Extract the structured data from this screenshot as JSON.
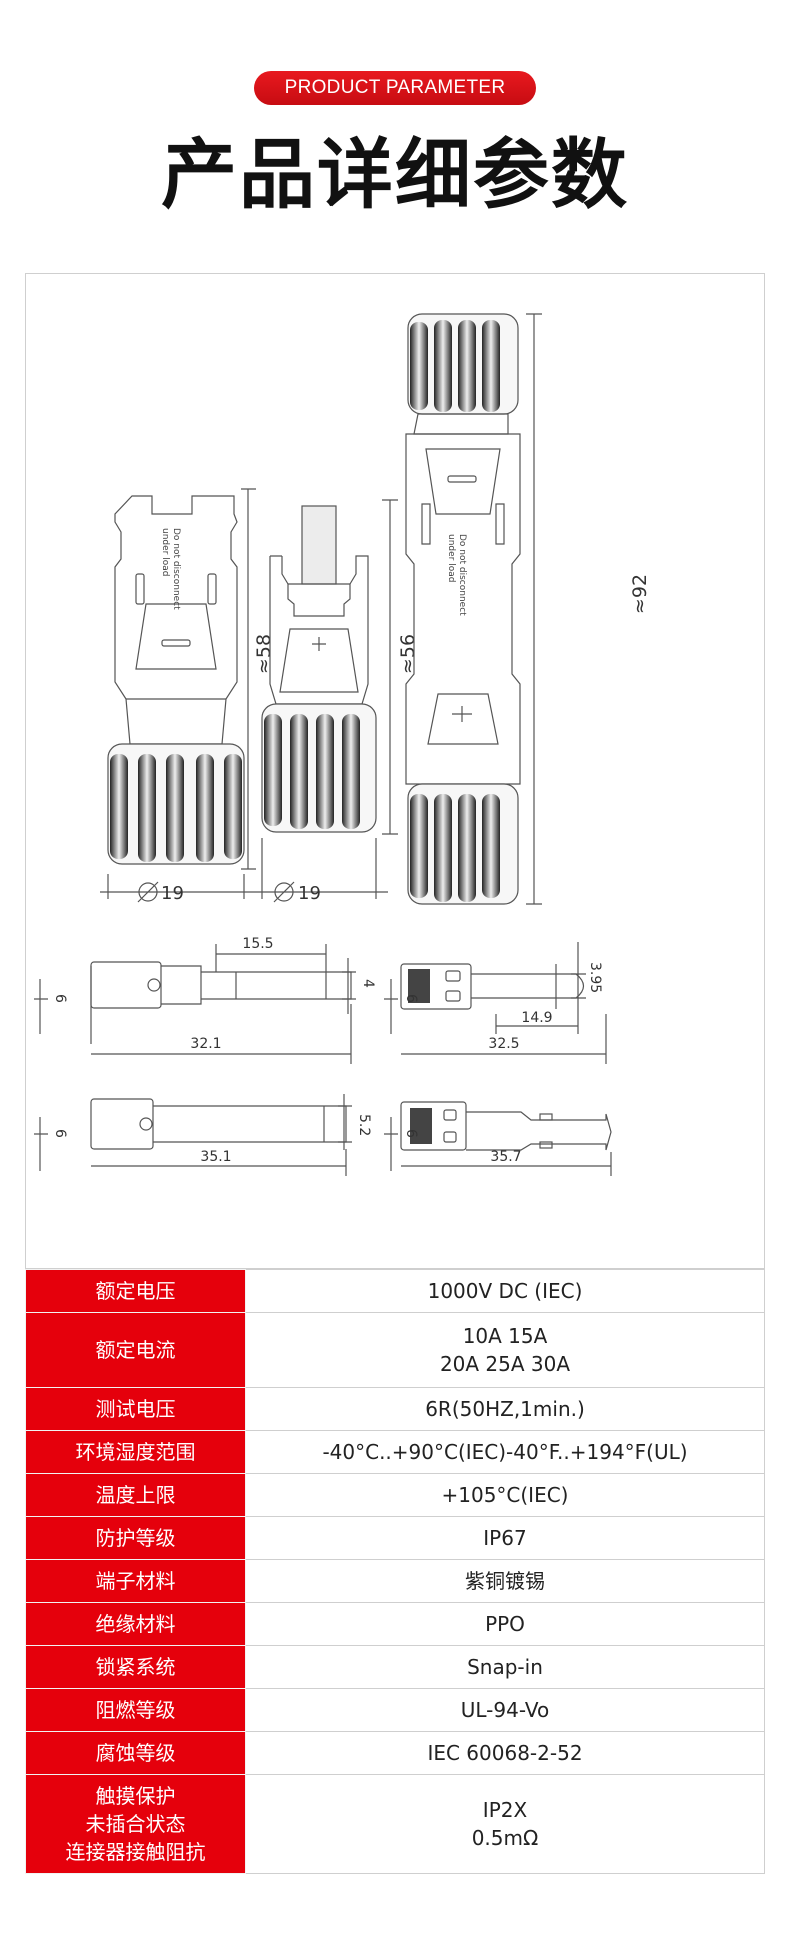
{
  "header": {
    "badge": "PRODUCT PARAMETER",
    "title": "产品详细参数"
  },
  "drawing": {
    "top_dims": {
      "left_height": "≈58",
      "middle_height": "≈56",
      "right_height": "≈92",
      "left_diameter": "19",
      "middle_diameter": "19"
    },
    "housing_text": [
      "Do not disconnect",
      "under load"
    ],
    "pin_dims": {
      "male_1": {
        "top": "15.5",
        "left": "6",
        "right": "4",
        "bottom": "32.1"
      },
      "female_1": {
        "left": "6",
        "right": "3.95",
        "inner": "14.9",
        "bottom": "32.5"
      },
      "male_2": {
        "left": "6",
        "right": "5.2",
        "bottom": "35.1"
      },
      "female_2": {
        "left": "6",
        "bottom": "35.7"
      }
    }
  },
  "specs": [
    {
      "label": [
        "额定电压"
      ],
      "value": [
        "1000V DC (IEC)"
      ]
    },
    {
      "label": [
        "额定电流"
      ],
      "value": [
        "10A 15A",
        "20A 25A 30A"
      ]
    },
    {
      "label": [
        "测试电压"
      ],
      "value": [
        "6R(50HZ,1min.)"
      ]
    },
    {
      "label": [
        "环境湿度范围"
      ],
      "value": [
        "-40°C..+90°C(IEC)-40°F..+194°F(UL)"
      ]
    },
    {
      "label": [
        "温度上限"
      ],
      "value": [
        "+105°C(IEC)"
      ]
    },
    {
      "label": [
        "防护等级"
      ],
      "value": [
        "IP67"
      ]
    },
    {
      "label": [
        "端子材料"
      ],
      "value": [
        "紫铜镀锡"
      ]
    },
    {
      "label": [
        "绝缘材料"
      ],
      "value": [
        "PPO"
      ]
    },
    {
      "label": [
        "锁紧系统"
      ],
      "value": [
        "Snap-in"
      ]
    },
    {
      "label": [
        "阻燃等级"
      ],
      "value": [
        "UL-94-Vo"
      ]
    },
    {
      "label": [
        "腐蚀等级"
      ],
      "value": [
        "IEC 60068-2-52"
      ]
    },
    {
      "label": [
        "触摸保护",
        "未插合状态",
        "连接器接触阻抗"
      ],
      "value": [
        "IP2X",
        "0.5mΩ"
      ]
    }
  ]
}
